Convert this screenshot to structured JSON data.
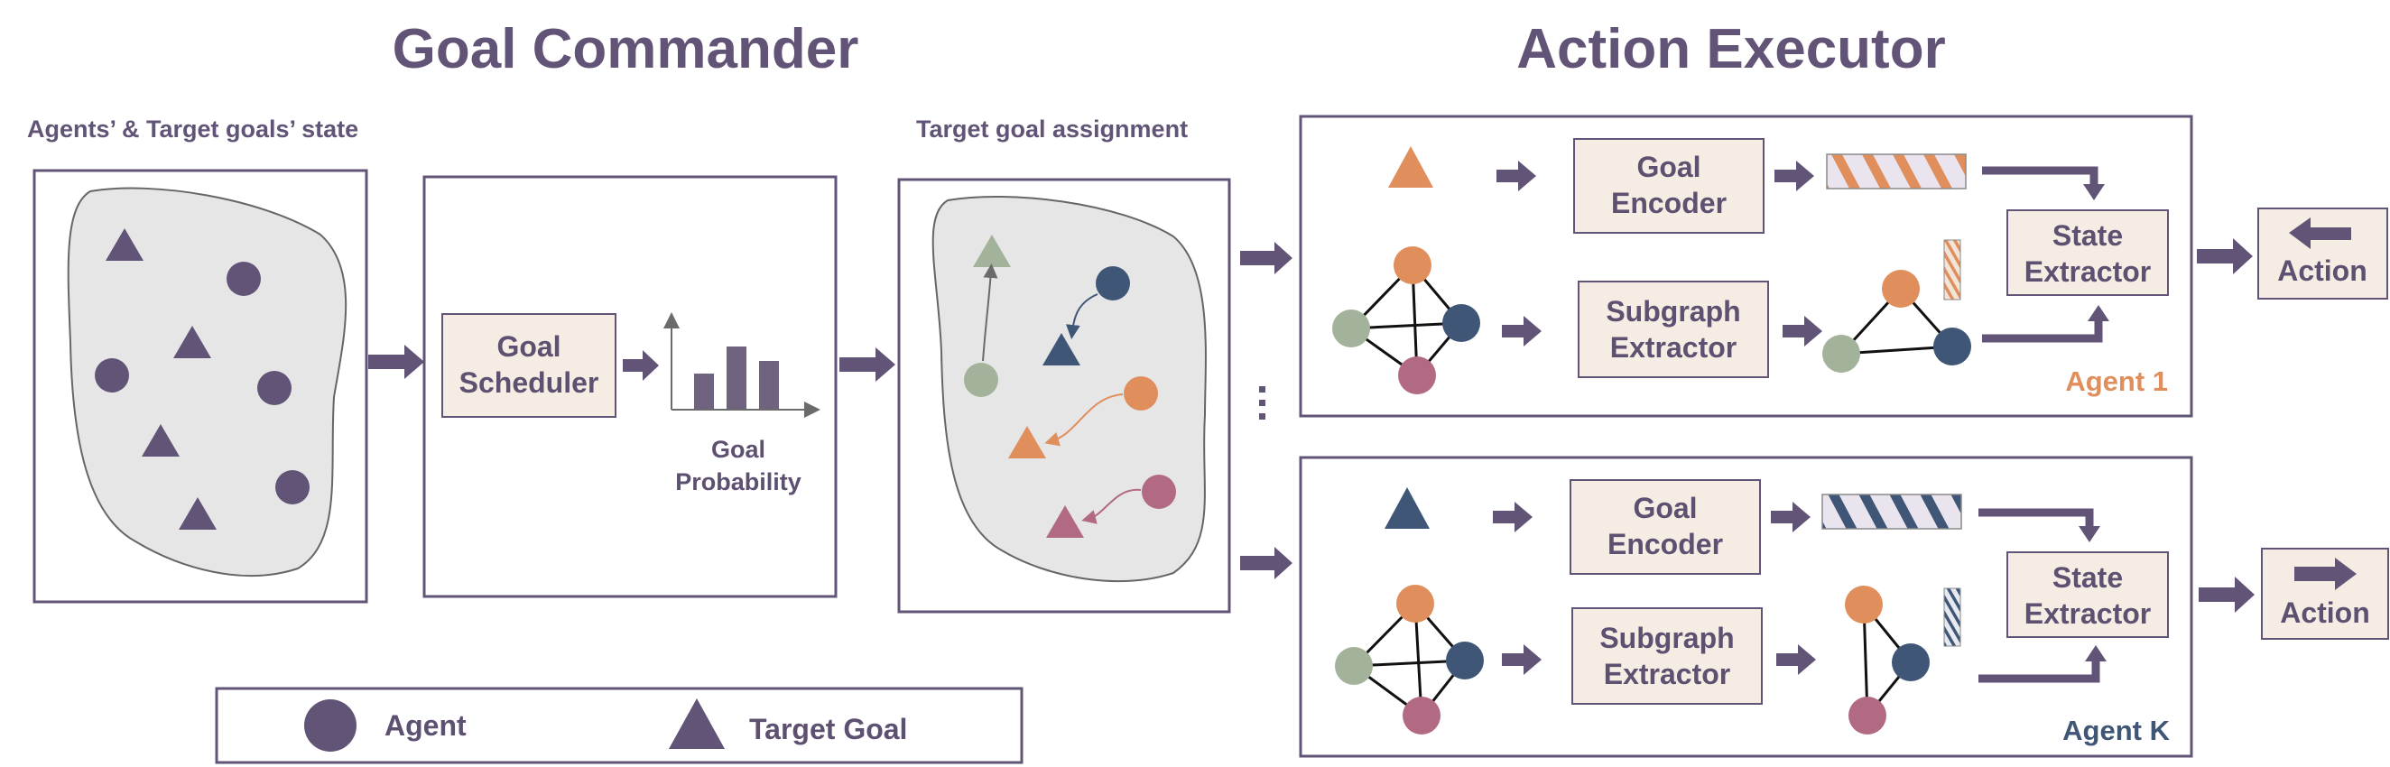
{
  "titles": {
    "goal_commander": "Goal Commander",
    "action_executor": "Action Executor"
  },
  "labels": {
    "state_caption": "Agents’ & Target goals’ state",
    "assignment_caption": "Target goal assignment",
    "goal_scheduler": [
      "Goal",
      "Scheduler"
    ],
    "goal_probability": [
      "Goal",
      "Probability"
    ]
  },
  "agent1": {
    "name": "Agent 1",
    "goal_encoder": [
      "Goal",
      "Encoder"
    ],
    "subgraph_extractor": [
      "Subgraph",
      "Extractor"
    ],
    "state_extractor": [
      "State",
      "Extractor"
    ],
    "action": "Action"
  },
  "agentK": {
    "name": "Agent K",
    "goal_encoder": [
      "Goal",
      "Encoder"
    ],
    "subgraph_extractor": [
      "Subgraph",
      "Extractor"
    ],
    "state_extractor": [
      "State",
      "Extractor"
    ],
    "action": "Action"
  },
  "legend": {
    "agent": "Agent",
    "target_goal": "Target Goal"
  },
  "colors": {
    "purple": "#625476",
    "orange": "#e08f5c",
    "navy": "#3f5677",
    "sage": "#a3b29b",
    "rose": "#b26a84",
    "box_fill": "#f5ece3",
    "blob_fill": "#e6e6e6"
  }
}
